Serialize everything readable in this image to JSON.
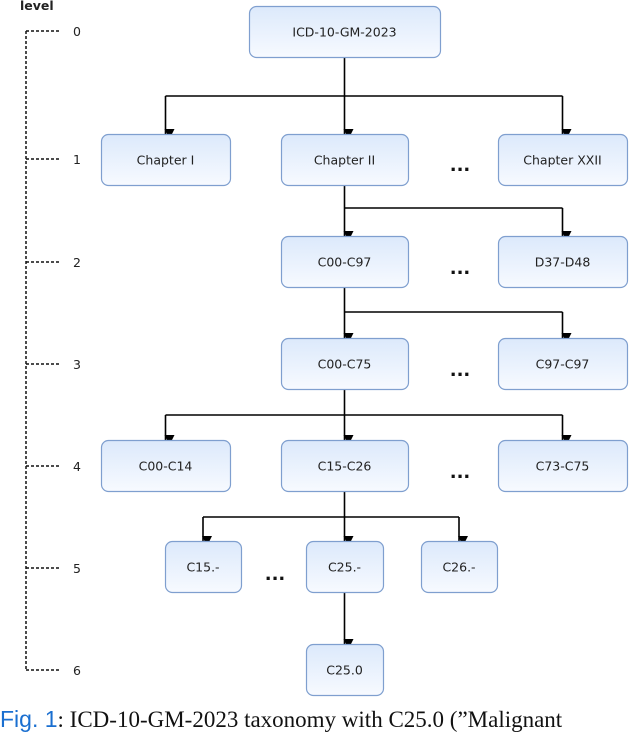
{
  "level_header": "level",
  "levels": [
    "0",
    "1",
    "2",
    "3",
    "4",
    "5",
    "6"
  ],
  "nodes": {
    "root": "ICD-10-GM-2023",
    "chapter_i": "Chapter I",
    "chapter_ii": "Chapter II",
    "chapter_xxii": "Chapter XXII",
    "c00_c97": "C00-C97",
    "d37_d48": "D37-D48",
    "c00_c75": "C00-C75",
    "c97_c97": "C97-C97",
    "c00_c14": "C00-C14",
    "c15_c26": "C15-C26",
    "c73_c75": "C73-C75",
    "c15": "C15.-",
    "c25": "C25.-",
    "c26": "C26.-",
    "c25_0": "C25.0"
  },
  "ellipsis": "...",
  "colors": {
    "node_fill_top": "#dce9fb",
    "node_fill_bottom": "#f7faff",
    "node_border": "#7f9fcf",
    "caption_accent": "#1a6fd0"
  },
  "caption": {
    "label": "Fig. 1",
    "text": ": ICD-10-GM-2023 taxonomy with C25.0 (”Malignant"
  }
}
